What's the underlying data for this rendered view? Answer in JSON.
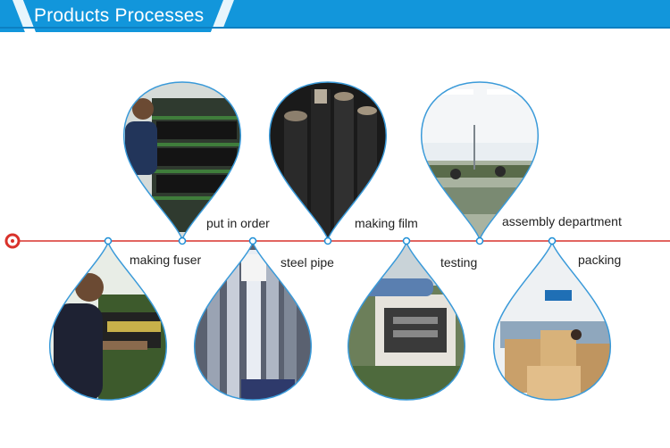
{
  "header": {
    "title": "Products Processes",
    "accent_color": "#1296db"
  },
  "timeline": {
    "line_color": "#d9322b",
    "node_color": "#1e8fd6"
  },
  "steps": [
    {
      "label": "making fuser",
      "scene": "worker-assembling-fuser"
    },
    {
      "label": "put in order",
      "scene": "shelves-of-fuser-units"
    },
    {
      "label": "steel pipe",
      "scene": "steel-pipes"
    },
    {
      "label": "making film",
      "scene": "black-coated-rollers"
    },
    {
      "label": "testing",
      "scene": "printer-testing"
    },
    {
      "label": "assembly department",
      "scene": "assembly-workshop"
    },
    {
      "label": "packing",
      "scene": "packing-area"
    }
  ]
}
